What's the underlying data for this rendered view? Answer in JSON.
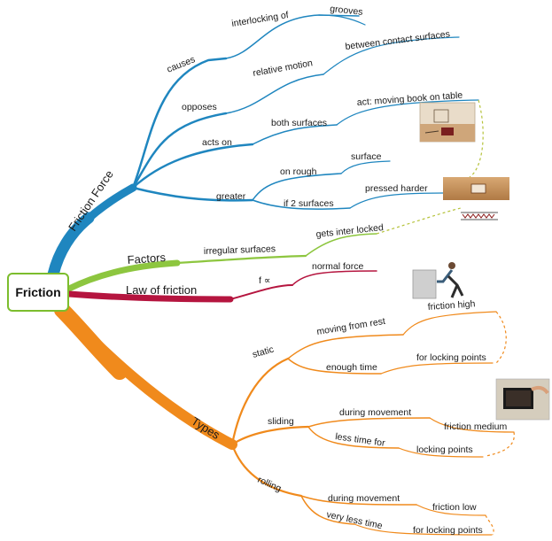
{
  "root": "Friction",
  "colors": {
    "friction_force": "#1f86bf",
    "factors": "#8dc63f",
    "law": "#b5153f",
    "types": "#f08a1c",
    "root_border": "#7cbd2d"
  },
  "friction_force": {
    "label": "Friction Force",
    "causes": {
      "label": "causes",
      "sub": "interlocking of",
      "leaf": "grooves"
    },
    "opposes": {
      "label": "opposes",
      "sub": "relative motion",
      "leaf": "between contact surfaces"
    },
    "acts_on": {
      "label": "acts on",
      "sub": "both surfaces",
      "leaf": "act: moving book on table"
    },
    "greater": {
      "label": "greater",
      "a_sub": "on rough",
      "a_leaf": "surface",
      "b_sub": "if 2 surfaces",
      "b_leaf": "pressed harder"
    }
  },
  "factors": {
    "label": "Factors",
    "sub": "irregular surfaces",
    "leaf": "gets inter locked"
  },
  "law": {
    "label": "Law of friction",
    "sub": "f ∝",
    "leaf": "normal force"
  },
  "types": {
    "label": "Types",
    "static": {
      "label": "static",
      "a_sub": "moving from rest",
      "a_leaf": "friction high",
      "b_sub": "enough time",
      "b_leaf": "for locking points"
    },
    "sliding": {
      "label": "sliding",
      "a_sub": "during movement",
      "a_leaf": "friction medium",
      "b_sub": "less time for",
      "b_leaf": "locking points"
    },
    "rolling": {
      "label": "rolling",
      "a_sub": "during movement",
      "a_leaf": "friction low",
      "b_sub": "very less time",
      "b_leaf": "for locking points"
    }
  }
}
